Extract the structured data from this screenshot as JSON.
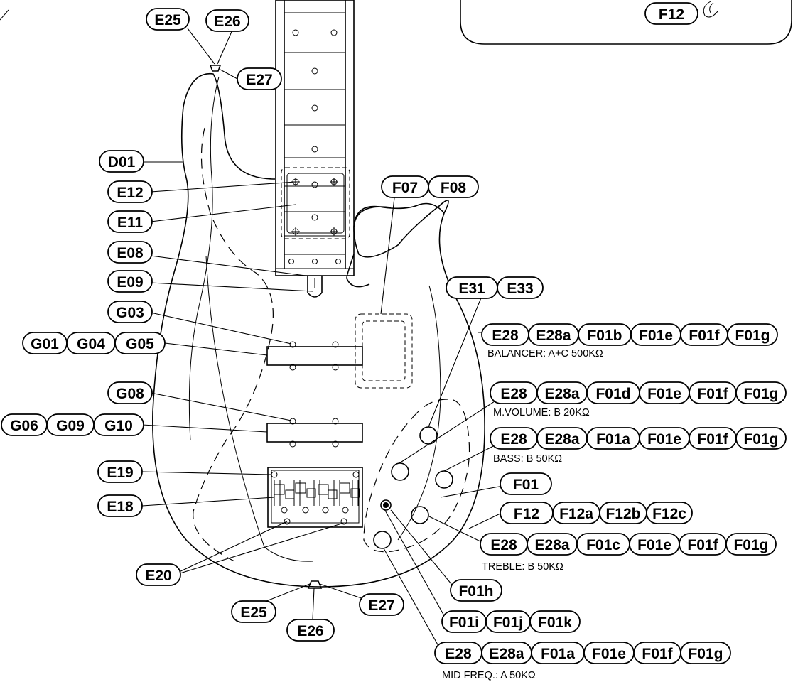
{
  "labels": {
    "top_e25": "E25",
    "top_e26": "E26",
    "top_e27": "E27",
    "d01": "D01",
    "e12": "E12",
    "e11": "E11",
    "e08": "E08",
    "e09": "E09",
    "f07": "F07",
    "f08": "F08",
    "g03": "G03",
    "g01": "G01",
    "g04": "G04",
    "g05": "G05",
    "g08": "G08",
    "g06": "G06",
    "g09": "G09",
    "g10": "G10",
    "e19": "E19",
    "e18": "E18",
    "e20": "E20",
    "bot_e25": "E25",
    "bot_e26": "E26",
    "bot_e27": "E27",
    "e31": "E31",
    "e33": "E33",
    "f01": "F01",
    "f12": "F12",
    "f12a": "F12a",
    "f12b": "F12b",
    "f12c": "F12c",
    "f01h": "F01h",
    "f01i": "F01i",
    "f01j": "F01j",
    "f01k": "F01k",
    "inset_f12": "F12"
  },
  "pot_groups": {
    "balancer": [
      "E28",
      "E28a",
      "F01b",
      "F01e",
      "F01f",
      "F01g"
    ],
    "mvolume": [
      "E28",
      "E28a",
      "F01d",
      "F01e",
      "F01f",
      "F01g"
    ],
    "bass": [
      "E28",
      "E28a",
      "F01a",
      "F01e",
      "F01f",
      "F01g"
    ],
    "treble": [
      "E28",
      "E28a",
      "F01c",
      "F01e",
      "F01f",
      "F01g"
    ],
    "midfreq": [
      "E28",
      "E28a",
      "F01a",
      "F01e",
      "F01f",
      "F01g"
    ]
  },
  "specs": {
    "balancer": "BALANCER: A+C 500KΩ",
    "mvolume": "M.VOLUME: B 20KΩ",
    "bass": "BASS: B 50KΩ",
    "treble": "TREBLE: B 50KΩ",
    "midfreq": "MID FREQ.: A 50KΩ"
  }
}
